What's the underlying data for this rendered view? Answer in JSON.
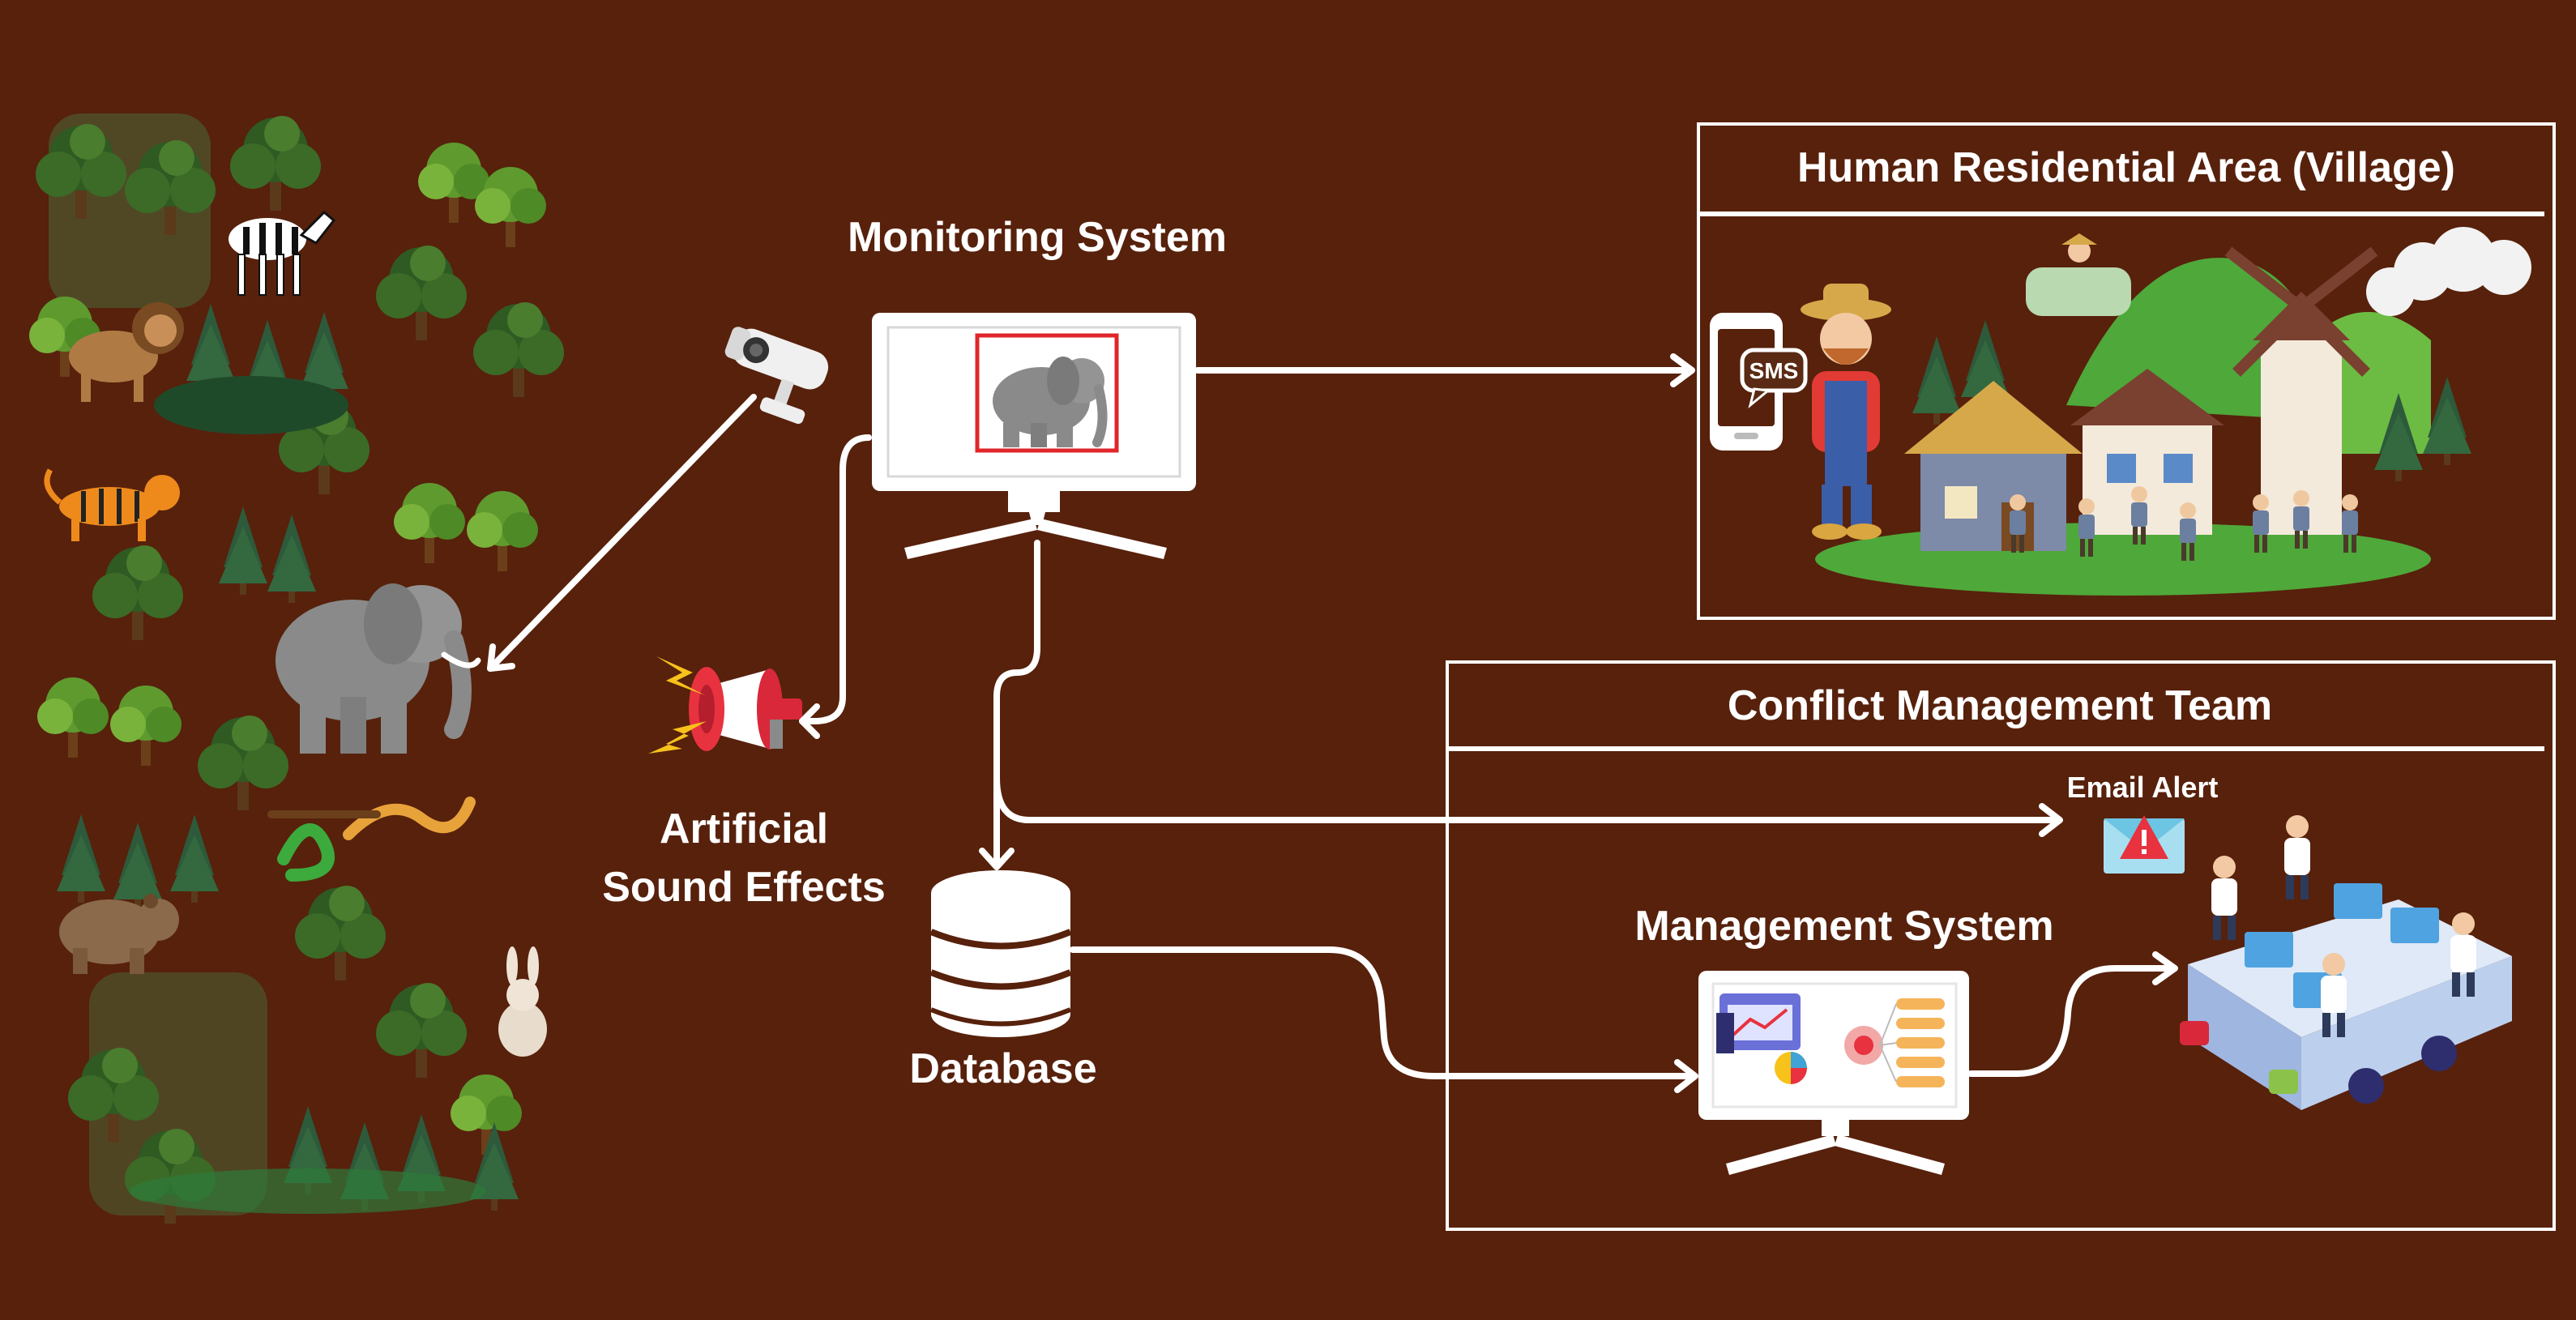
{
  "labels": {
    "monitoring_system": "Monitoring System",
    "artificial_sound_line1": "Artificial",
    "artificial_sound_line2": "Sound Effects",
    "database": "Database",
    "management_system": "Management System",
    "human_residential_area": "Human Residential Area (Village)",
    "conflict_management_team": "Conflict Management Team",
    "email_alert": "Email Alert",
    "sms_badge": "SMS"
  },
  "colors": {
    "background": "#57210c",
    "line": "#ffffff",
    "tree_dark": "#2f5a22",
    "tree_light": "#5f9a2e",
    "detection_box": "#e0262b",
    "elephant": "#8a8a8a",
    "megaphone": "#d8283a",
    "hill": "#4fa83a"
  },
  "icons": {
    "forest": "forest-wildlife-illustration",
    "camera": "cctv-camera-icon",
    "monitor": "monitor-icon",
    "megaphone": "megaphone-icon",
    "database": "database-icon",
    "phone": "smartphone-icon",
    "email": "email-alert-icon",
    "team": "office-team-icon"
  }
}
